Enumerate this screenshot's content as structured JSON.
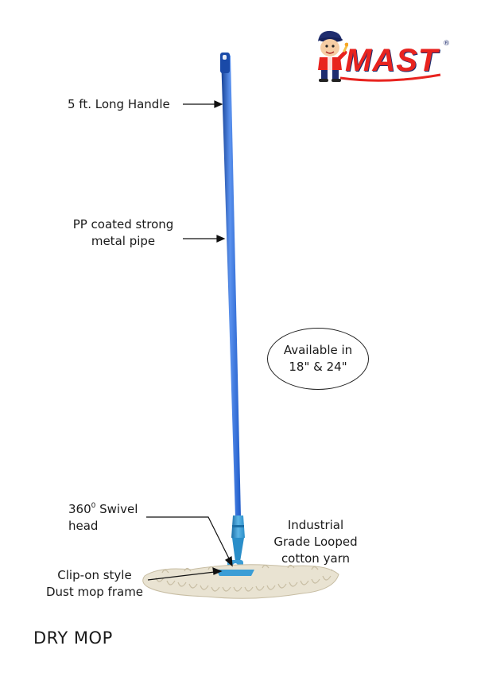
{
  "brand": {
    "name": "MAST",
    "registered_mark": "®",
    "colors": {
      "red": "#e8231f",
      "navy": "#1f2d6e"
    }
  },
  "callouts": {
    "handle": "5 ft. Long Handle",
    "pipe": [
      "PP coated strong",
      "metal pipe"
    ],
    "availability": [
      "Available in",
      "18\" & 24\""
    ],
    "swivel": {
      "prefix": "360",
      "superscript": "0",
      "suffix": " Swivel",
      "line2": "head"
    },
    "yarn": [
      "Industrial",
      "Grade Looped",
      "cotton yarn"
    ],
    "frame": [
      "Clip-on style",
      "Dust mop frame"
    ]
  },
  "product_title": "DRY MOP",
  "colors": {
    "handle_blue": "#1f5bc9",
    "handle_highlight": "#5b92ee",
    "handle_shadow": "#143e92",
    "connector_blue": "#2a8ec9",
    "yarn": "#e9e3d2",
    "yarn_shadow": "#c7bda3"
  }
}
